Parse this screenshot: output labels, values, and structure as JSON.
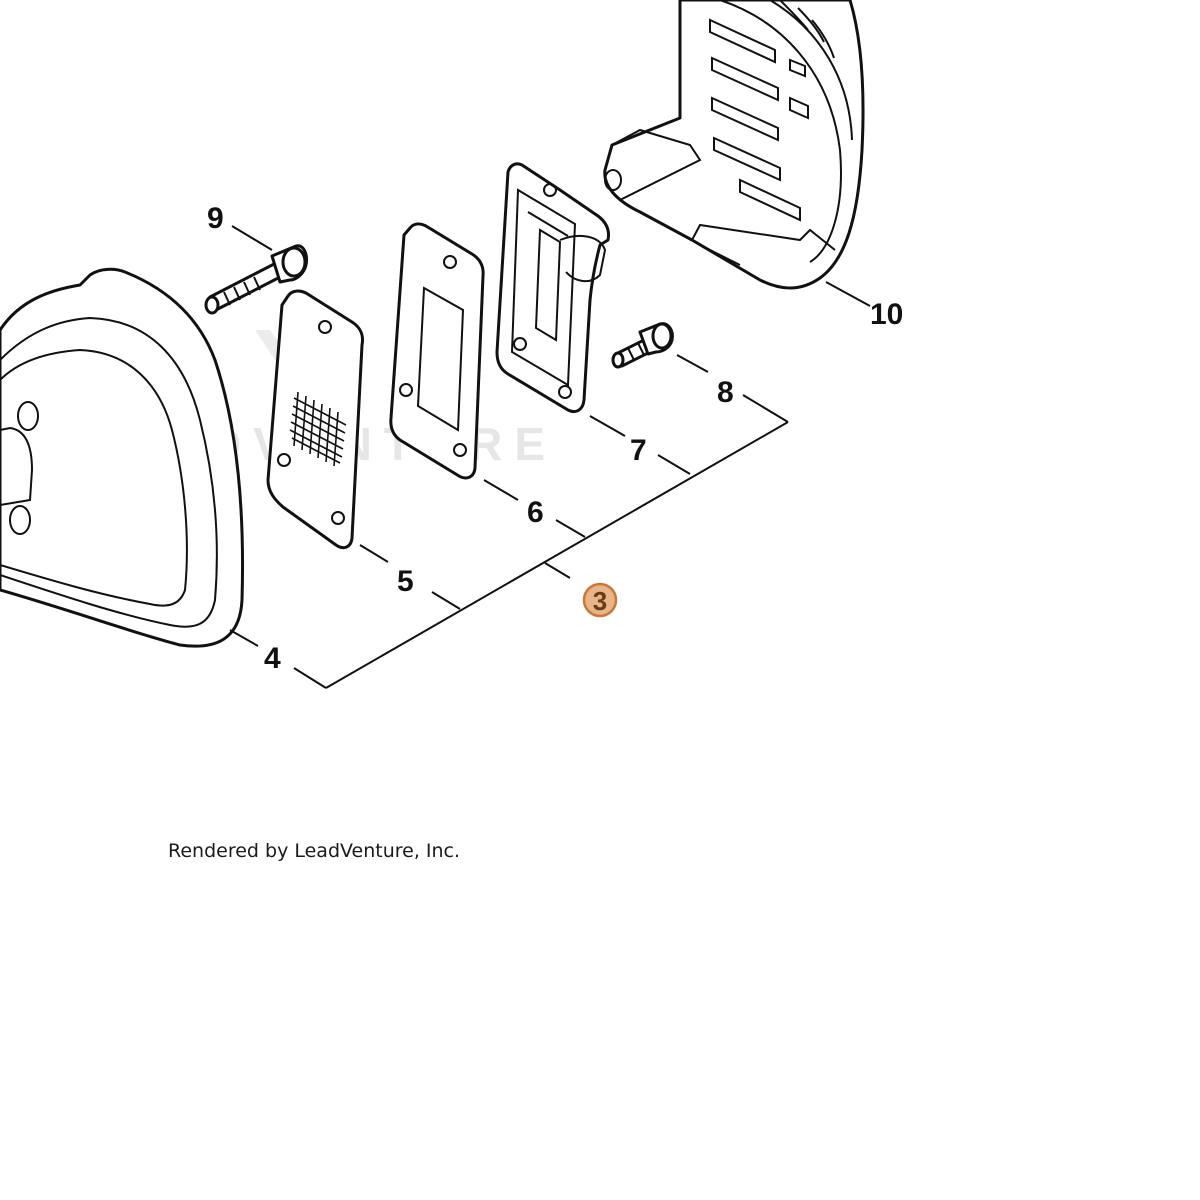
{
  "watermark_text": "LEADVENTURE",
  "credit_text": "Rendered by LeadVenture, Inc.",
  "callouts": {
    "c3": "3",
    "c4": "4",
    "c5": "5",
    "c6": "6",
    "c7": "7",
    "c8": "8",
    "c9": "9",
    "c10": "10"
  },
  "colors": {
    "highlight_fill": "#e8b48a",
    "highlight_stroke": "#c9783a",
    "line": "#111111",
    "watermark": "#e6e6e6"
  }
}
